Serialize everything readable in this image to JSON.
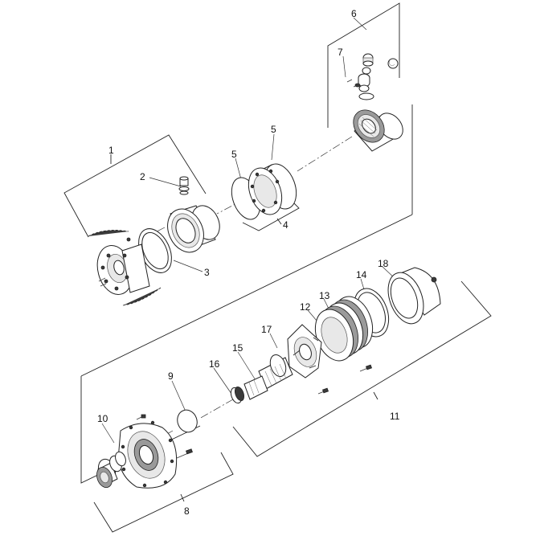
{
  "callouts": [
    "1",
    "2",
    "3",
    "4",
    "5",
    "5",
    "6",
    "7",
    "8",
    "9",
    "10",
    "11",
    "12",
    "13",
    "14",
    "15",
    "16",
    "17",
    "18"
  ]
}
